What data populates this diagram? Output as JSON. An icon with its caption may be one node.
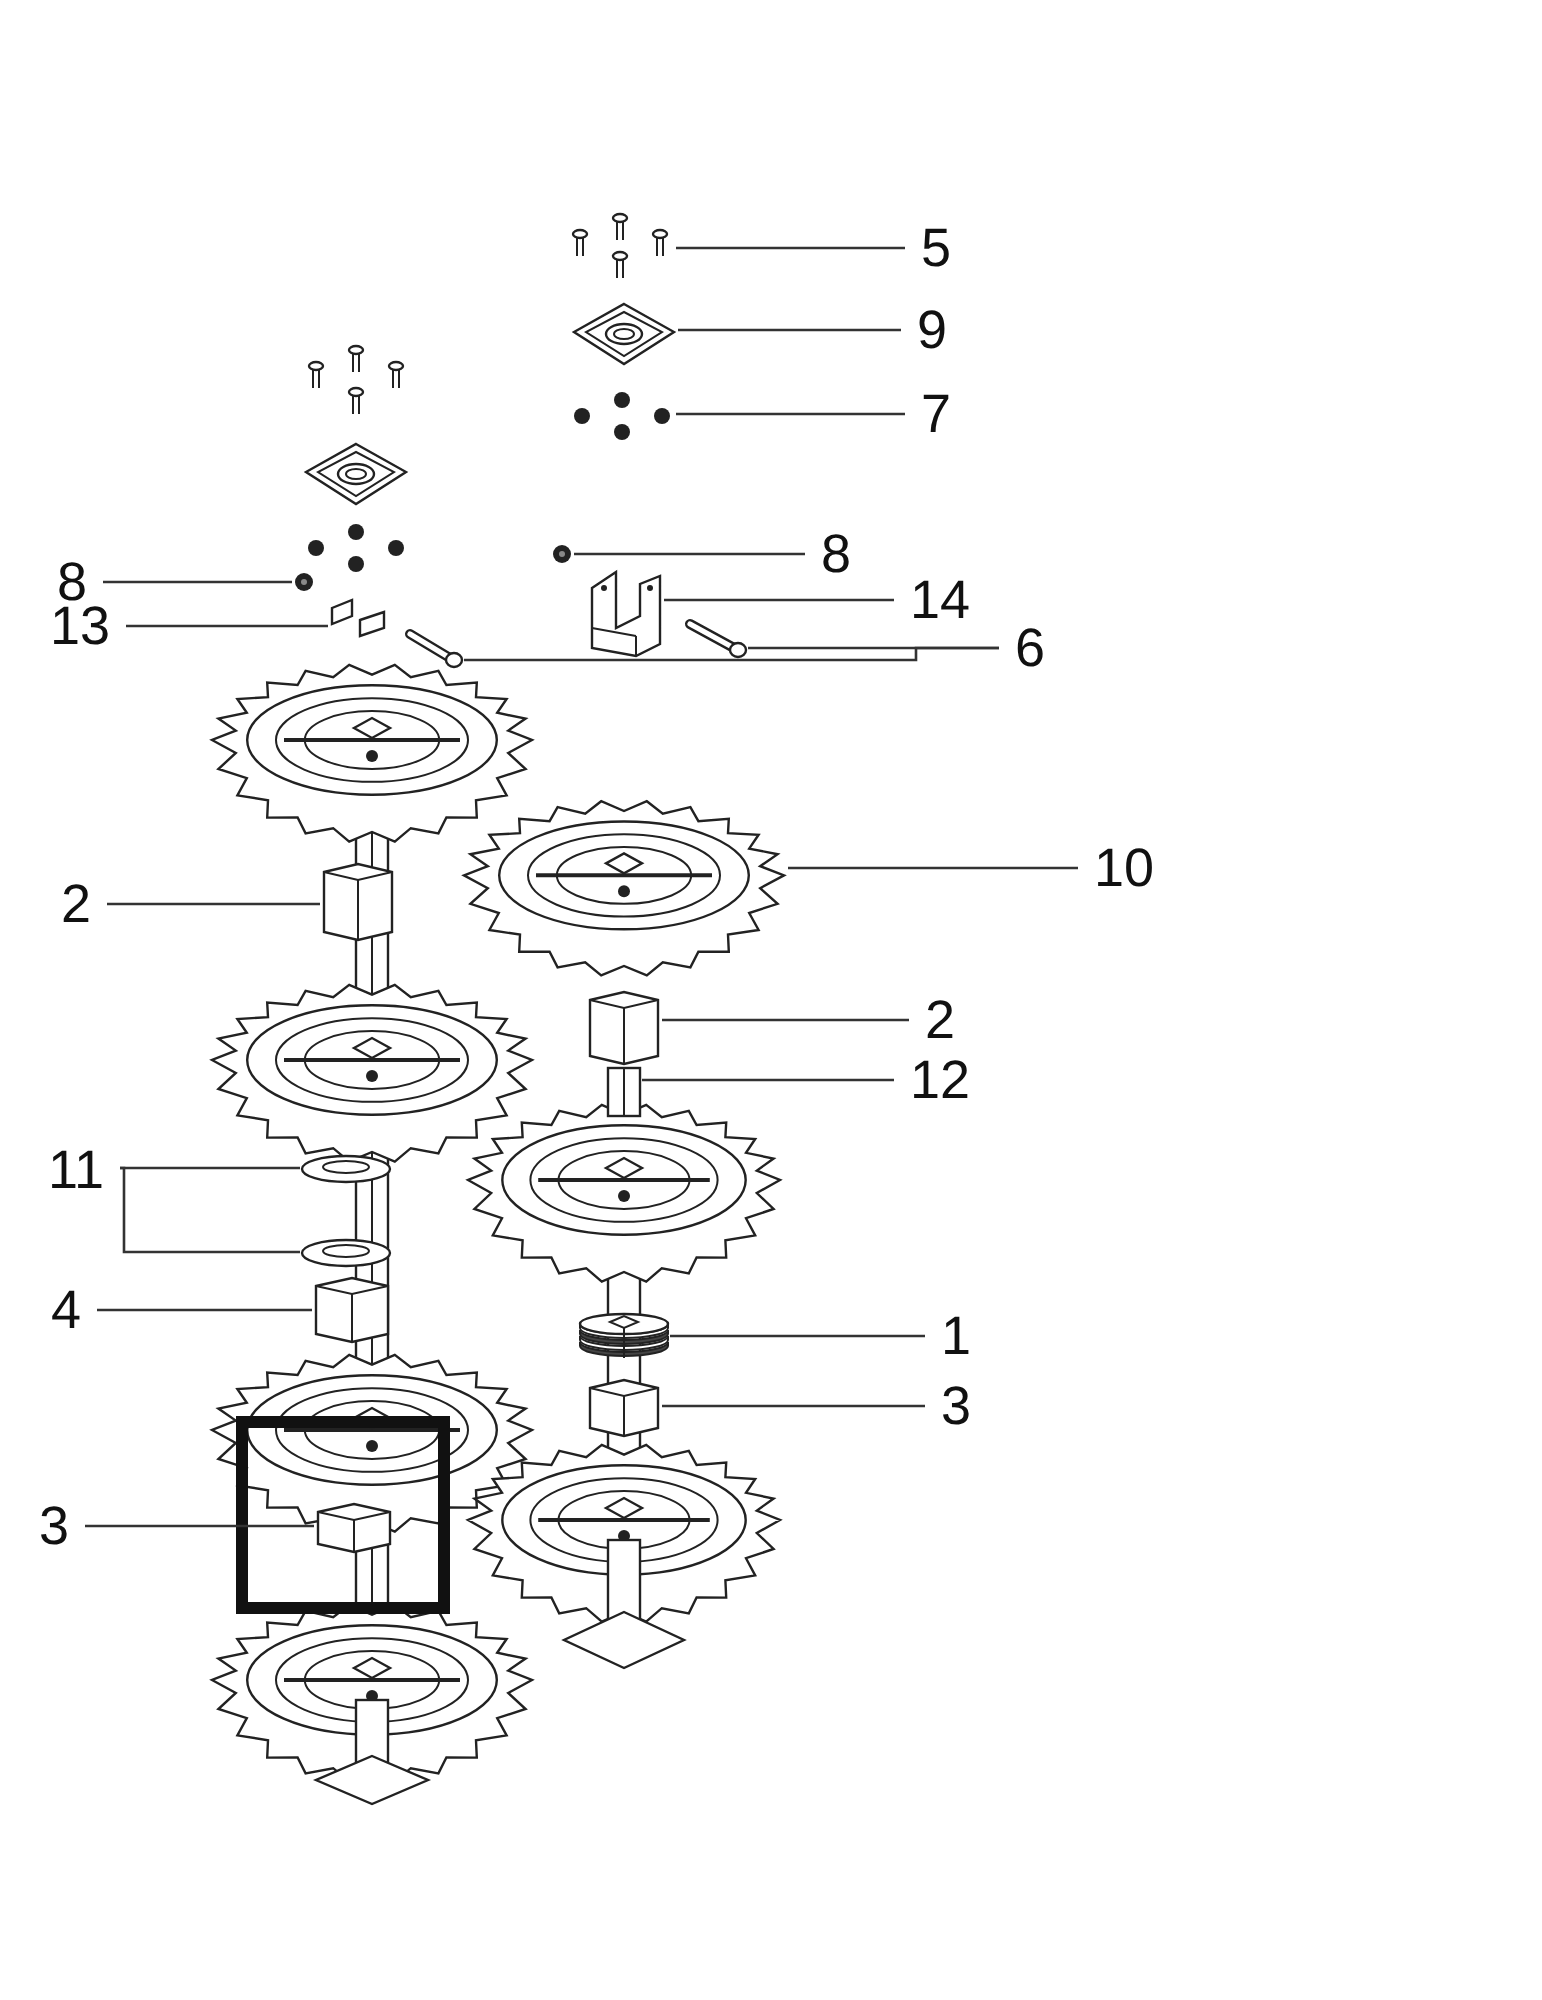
{
  "diagram": {
    "nodes": [
      {
        "text": [
          "5"
        ]
      },
      {
        "text": [],
        "shape": "picture"
      },
      {
        "text": [
          "9"
        ]
      },
      {
        "text": [],
        "shape": "picture"
      },
      {
        "text": [
          "7"
        ]
      },
      {
        "text": [],
        "shape": "picture"
      },
      {
        "text": [
          "8"
        ]
      },
      {
        "text": [],
        "shape": "picture"
      },
      {
        "text": [
          "8"
        ]
      },
      {
        "text": [],
        "shape": "picture"
      },
      {
        "text": [
          "13"
        ]
      },
      {
        "text": [],
        "shape": "picture"
      },
      {
        "text": [
          "14"
        ]
      },
      {
        "text": [],
        "shape": "picture"
      },
      {
        "text": [
          "6"
        ]
      },
      {
        "text": [],
        "shape": "picture"
      },
      {
        "text": [],
        "shape": "picture"
      },
      {
        "text": [
          "10"
        ]
      },
      {
        "text": [],
        "shape": "picture"
      },
      {
        "text": [
          "2"
        ]
      },
      {
        "text": [],
        "shape": "picture"
      },
      {
        "text": [
          "2"
        ]
      },
      {
        "text": [],
        "shape": "picture"
      },
      {
        "text": [
          "12"
        ]
      },
      {
        "text": [],
        "shape": "picture"
      },
      {
        "text": [
          "11"
        ]
      },
      {
        "text": [],
        "shape": "picture"
      },
      {
        "text": [],
        "shape": "picture"
      },
      {
        "text": [
          "4"
        ]
      },
      {
        "text": [],
        "shape": "picture"
      },
      {
        "text": [
          "1"
        ]
      },
      {
        "text": [],
        "shape": "picture"
      },
      {
        "text": [
          "3"
        ]
      },
      {
        "text": [],
        "shape": "picture"
      },
      {
        "text": [
          "3"
        ]
      },
      {
        "text": [],
        "shape": "picture"
      }
    ],
    "edges": [
      {
        "from": 0,
        "to": 1,
        "arrow": "none"
      },
      {
        "from": 2,
        "to": 3,
        "arrow": "none"
      },
      {
        "from": 4,
        "to": 5,
        "arrow": "none"
      },
      {
        "from": 6,
        "to": 7,
        "arrow": "none"
      },
      {
        "from": 8,
        "to": 9,
        "arrow": "none"
      },
      {
        "from": 10,
        "to": 11,
        "arrow": "none"
      },
      {
        "from": 12,
        "to": 13,
        "arrow": "none"
      },
      {
        "from": 14,
        "to": 15,
        "arrow": "none"
      },
      {
        "from": 14,
        "to": 16,
        "arrow": "none"
      },
      {
        "from": 17,
        "to": 18,
        "arrow": "none"
      },
      {
        "from": 19,
        "to": 20,
        "arrow": "none"
      },
      {
        "from": 21,
        "to": 22,
        "arrow": "none"
      },
      {
        "from": 23,
        "to": 24,
        "arrow": "none"
      },
      {
        "from": 25,
        "to": 26,
        "arrow": "none"
      },
      {
        "from": 25,
        "to": 27,
        "arrow": "none"
      },
      {
        "from": 28,
        "to": 29,
        "arrow": "none"
      },
      {
        "from": 30,
        "to": 31,
        "arrow": "none"
      },
      {
        "from": 32,
        "to": 33,
        "arrow": "none"
      },
      {
        "from": 34,
        "to": 35,
        "arrow": "none"
      }
    ]
  }
}
